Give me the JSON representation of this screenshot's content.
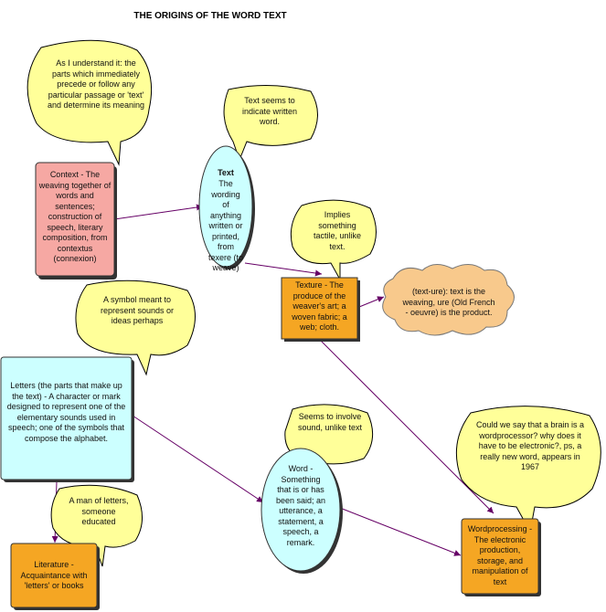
{
  "title": "THE ORIGINS OF THE WORD TEXT",
  "colors": {
    "callout": "#ffff99",
    "context_box": "#f6a8a3",
    "ellipse": "#ccffff",
    "orange_box": "#f5a623",
    "cloud": "#f8c98c",
    "letters_box": "#ccffff",
    "connector": "#660066"
  },
  "nodes": {
    "context": "Context - The weaving together of words and sentences; construction of speech, literary composition, from contextus (connexion)",
    "text_title": "Text",
    "text_body": "The wording of anything written or printed, from texere (to weave)",
    "texture": "Texture - The produce of the weaver's art; a woven fabric; a web; cloth.",
    "textured_cloud": "(text-ure): text is the weaving, ure (Old French - oeuvre) is the product.",
    "letters": "Letters (the parts that make up the text) - A character or mark designed to represent one of the elementary sounds used in speech; one of the symbols that compose the alphabet.",
    "word": "Word - Something that is or has been said; an utterance, a statement, a speech, a remark.",
    "literature": "Literature - Acquaintance with 'letters' or books",
    "wordprocessing": "Wordprocessing - The electronic production, storage, and manipulation of text"
  },
  "callouts": {
    "context_note": "As I understand it: the parts which immediately precede or follow any particular passage or 'text' and determine its meaning",
    "text_note": "Text seems to indicate written word.",
    "texture_note": "Implies something tactile, unlike text.",
    "letters_note": "A symbol meant to represent sounds or ideas perhaps",
    "word_note": "Seems to involve sound, unlike text",
    "literature_note": "A man of letters, someone educated",
    "wordprocessing_note": "Could we say that a brain is a wordprocessor? why does it have to be electronic?, ps, a really new word, appears in 1967"
  }
}
